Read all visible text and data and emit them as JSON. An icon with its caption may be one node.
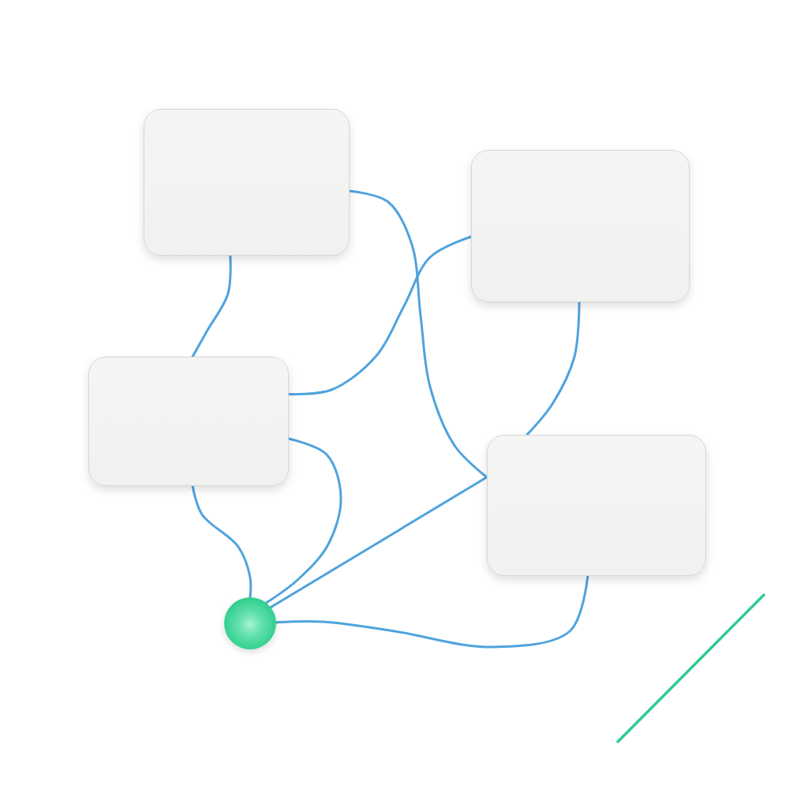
{
  "diagram": {
    "nodes": [
      {
        "text": [],
        "shape": "box"
      },
      {
        "text": [],
        "shape": "box"
      },
      {
        "text": [],
        "shape": "box"
      },
      {
        "text": [],
        "shape": "box"
      },
      {
        "text": [],
        "shape": "circle"
      }
    ],
    "edges": [
      {
        "from": 0,
        "to": 2,
        "arrow": "none"
      },
      {
        "from": 0,
        "to": 3,
        "arrow": "none"
      },
      {
        "from": 2,
        "to": 1,
        "arrow": "none"
      },
      {
        "from": 1,
        "to": 3,
        "arrow": "none"
      },
      {
        "from": 2,
        "to": 4,
        "arrow": "none"
      },
      {
        "from": 2,
        "to": 4,
        "arrow": "none"
      },
      {
        "from": 3,
        "to": 4,
        "arrow": "none"
      },
      {
        "from": 3,
        "to": 4,
        "arrow": "none"
      }
    ]
  }
}
